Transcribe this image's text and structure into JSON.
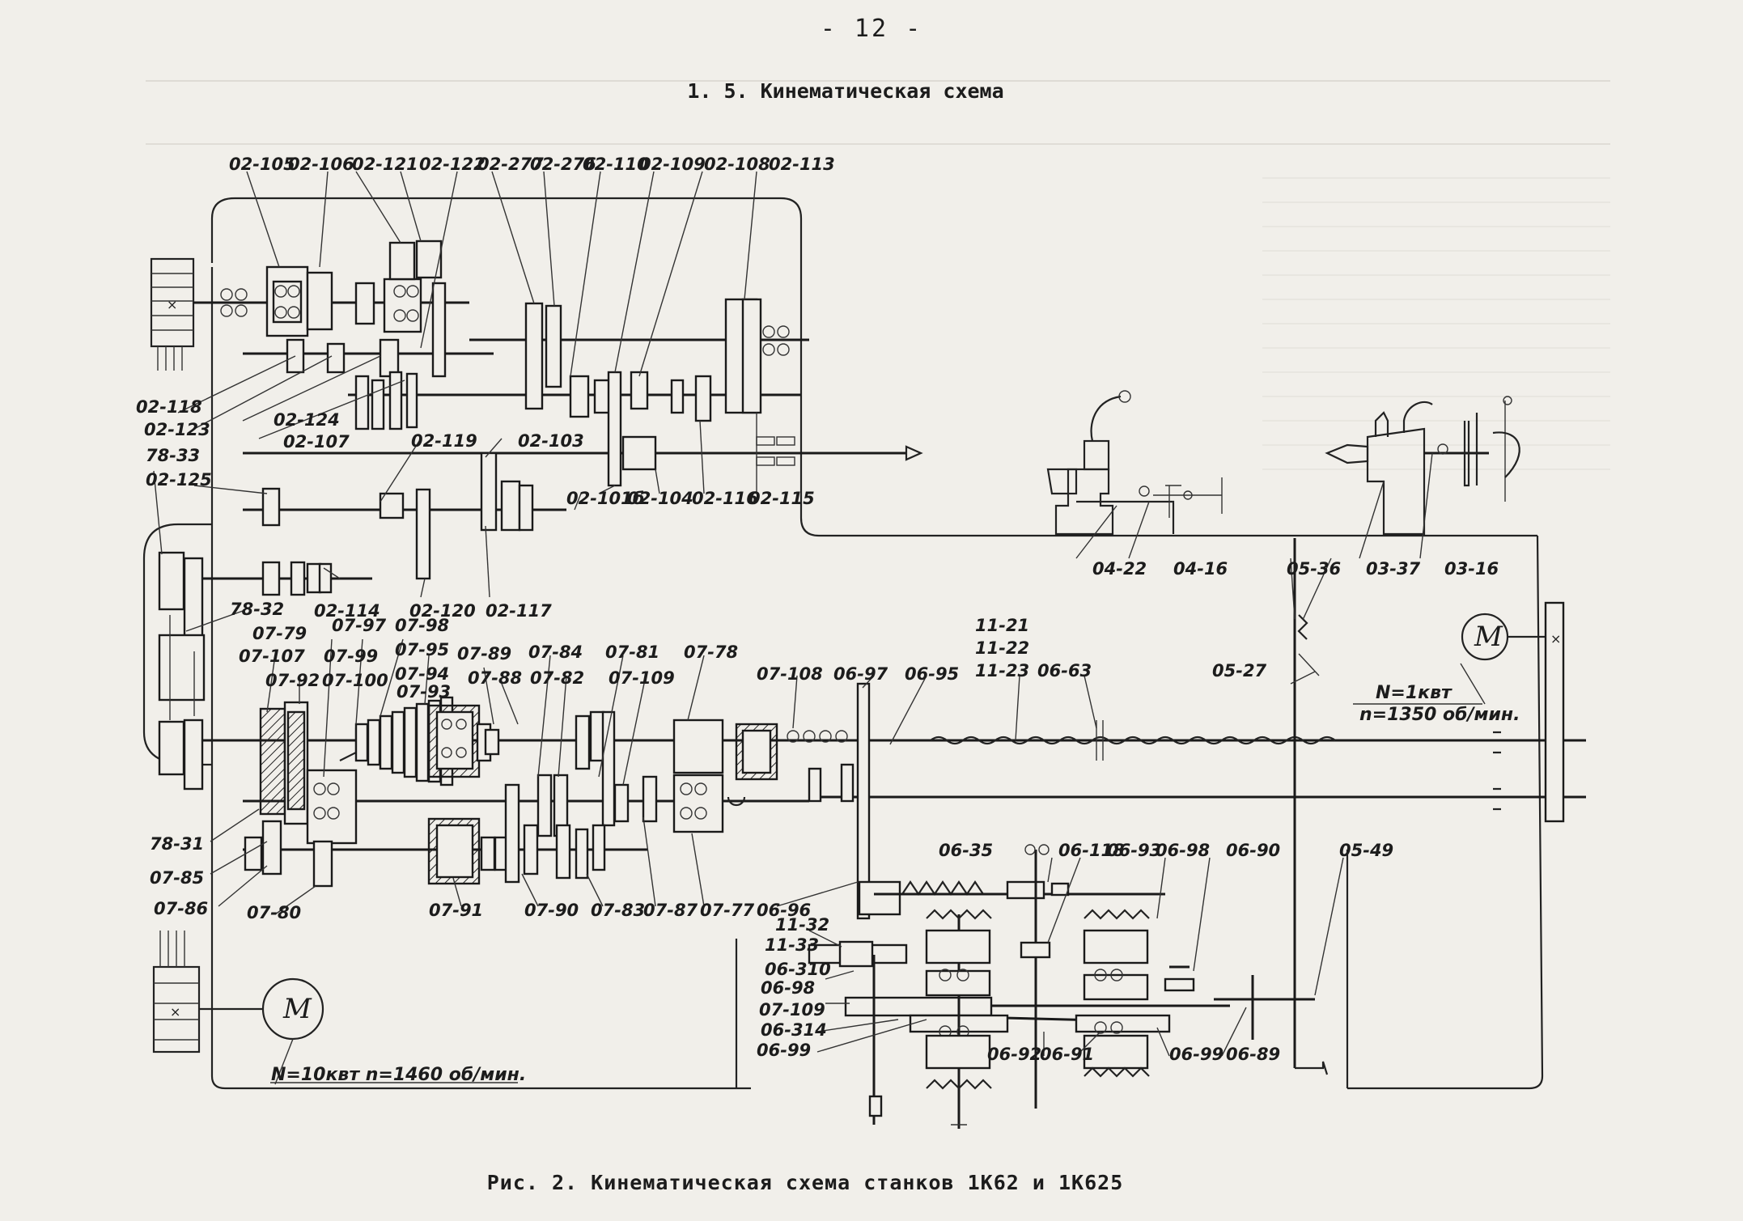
{
  "header": {
    "page_number": "- 12 -",
    "section_title": "1. 5. Кинематическая схема"
  },
  "caption": "Рис. 2. Кинематическая схема станков 1К62 и 1К625",
  "motors": {
    "main": {
      "symbol": "M",
      "spec": "N=10квт  n=1460 об/мин."
    },
    "rapid": {
      "symbol": "M",
      "power": "N=1квт",
      "speed": "n=1350 об/мин."
    }
  },
  "part_labels": {
    "p02_105": "02-105",
    "p02_106": "02-106",
    "p02_121": "02-121",
    "p02_122": "02-122",
    "p02_277": "02-277",
    "p02_276": "02-276",
    "p02_110": "02-110",
    "p02_109": "02-109",
    "p02_108": "02-108",
    "p02_113": "02-113",
    "p02_118": "02-118",
    "p02_123": "02-123",
    "p02_124": "02-124",
    "p02_107": "02-107",
    "p78_33": "78-33",
    "p02_119": "02-119",
    "p02_103": "02-103",
    "p02_125": "02-125",
    "p02_101": "02-101б",
    "p02_104": "02-104",
    "p02_116": "02-116",
    "p02_115": "02-115",
    "p02_114": "02-114",
    "p02_120": "02-120",
    "p02_117": "02-117",
    "p78_32": "78-32",
    "p07_79": "07-79",
    "p07_107": "07-107",
    "p07_92": "07-92",
    "p07_97": "07-97",
    "p07_99": "07-99",
    "p07_100": "07-100",
    "p07_98": "07-98",
    "p07_95": "07-95",
    "p07_94": "07-94",
    "p07_93": "07-93",
    "p07_89": "07-89",
    "p07_88": "07-88",
    "p07_84": "07-84",
    "p07_82": "07-82",
    "p07_81": "07-81",
    "p07_109": "07-109",
    "p07_78": "07-78",
    "p07_108": "07-108",
    "p06_97": "06-97",
    "p06_95": "06-95",
    "p11_21": "11-21",
    "p11_22": "11-22",
    "p11_23": "11-23",
    "p06_63": "06-63",
    "p05_27": "05-27",
    "p05_36": "05-36",
    "p04_22": "04-22",
    "p04_16": "04-16",
    "p03_37": "03-37",
    "p03_16": "03-16",
    "p78_31": "78-31",
    "p07_85": "07-85",
    "p07_86": "07-86",
    "p07_80": "07-80",
    "p07_91": "07-91",
    "p07_90": "07-90",
    "p07_83": "07-83",
    "p07_87": "07-87",
    "p07_77": "07-77",
    "p06_96": "06-96",
    "p11_32": "11-32",
    "p11_33": "11-33",
    "p06_310": "06-310",
    "p06_98a": "06-98",
    "p07_109b": "07-109",
    "p06_314": "06-314",
    "p06_99a": "06-99",
    "p06_35": "06-35",
    "p06_118": "06-118",
    "p06_93": "06-93",
    "p06_98b": "06-98",
    "p06_90": "06-90",
    "p05_49": "05-49",
    "p06_92": "06-92",
    "p06_91": "06-91",
    "p06_99b": "06-99",
    "p06_89": "06-89"
  }
}
